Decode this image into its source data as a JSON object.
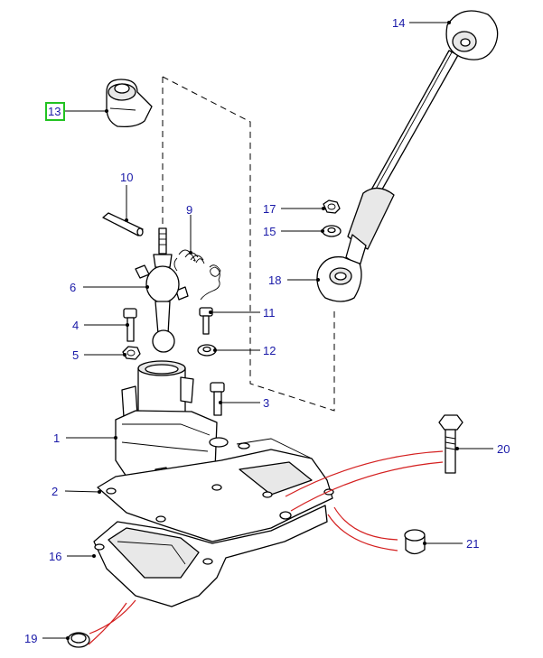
{
  "diagram": {
    "highlighted_callout": "13",
    "callouts": [
      {
        "id": "c1",
        "text": "1"
      },
      {
        "id": "c2",
        "text": "2"
      },
      {
        "id": "c3",
        "text": "3"
      },
      {
        "id": "c4",
        "text": "4"
      },
      {
        "id": "c5",
        "text": "5"
      },
      {
        "id": "c6",
        "text": "6"
      },
      {
        "id": "c9",
        "text": "9"
      },
      {
        "id": "c10",
        "text": "10"
      },
      {
        "id": "c11",
        "text": "11"
      },
      {
        "id": "c12",
        "text": "12"
      },
      {
        "id": "c13",
        "text": "13"
      },
      {
        "id": "c14",
        "text": "14"
      },
      {
        "id": "c15",
        "text": "15"
      },
      {
        "id": "c16",
        "text": "16"
      },
      {
        "id": "c17",
        "text": "17"
      },
      {
        "id": "c18",
        "text": "18"
      },
      {
        "id": "c19",
        "text": "19"
      },
      {
        "id": "c20",
        "text": "20"
      },
      {
        "id": "c21",
        "text": "21"
      }
    ],
    "colors": {
      "label": "#1a1aa8",
      "line": "#000000",
      "reference_line": "#d42020",
      "highlight": "#22c322"
    }
  }
}
